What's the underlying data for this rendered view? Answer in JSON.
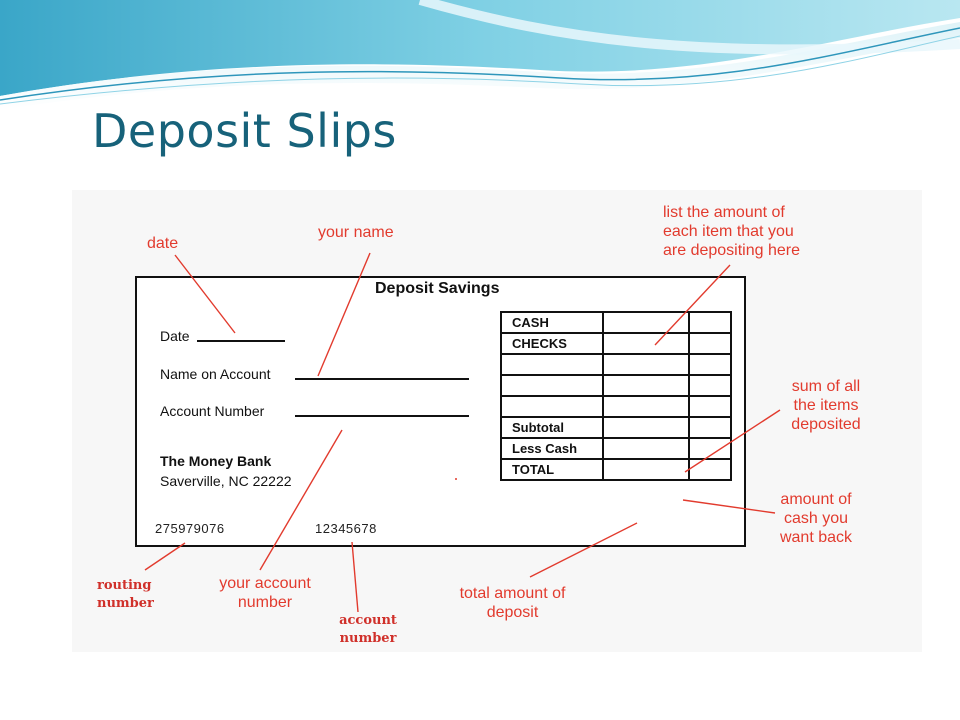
{
  "slide": {
    "title": "Deposit Slips"
  },
  "slip": {
    "title": "Deposit Savings",
    "fields": {
      "date": "Date",
      "name_on_account": "Name on Account",
      "account_number": "Account Number"
    },
    "bank": {
      "name": "The Money Bank",
      "address": "Saverville, NC 22222"
    },
    "routing_number": "275979076",
    "account_number": "12345678",
    "grid_rows": [
      "CASH",
      "CHECKS",
      "",
      "",
      "",
      "Subtotal",
      "Less Cash",
      "TOTAL"
    ]
  },
  "callouts": {
    "date": "date",
    "your_name": "your name",
    "list_amount": [
      "list the amount of",
      "each item that you",
      "are depositing here"
    ],
    "sum_items": [
      "sum of all",
      "the items",
      "deposited"
    ],
    "cash_back": [
      "amount of",
      "cash you",
      "want back"
    ],
    "total_deposit": [
      "total amount of",
      "deposit"
    ],
    "your_account_number": [
      "your account",
      "number"
    ],
    "routing_number": [
      "routing",
      "number"
    ],
    "account_number": [
      "account",
      "number"
    ]
  },
  "colors": {
    "title": "#17627a",
    "callout": "#e23b2e",
    "wave": "#4fb3cf"
  }
}
